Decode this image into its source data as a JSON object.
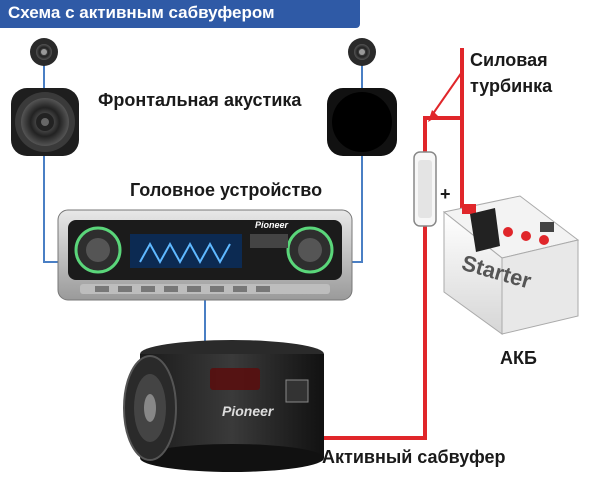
{
  "title": "Схема с активным сабвуфером",
  "labels": {
    "front_speakers": "Фронтальная акустика",
    "head_unit": "Головное устройство",
    "fuse_line1": "Силовая",
    "fuse_line2": "турбинка",
    "plus_sign": "+",
    "battery": "АКБ",
    "subwoofer": "Активный сабвуфер"
  },
  "brands": {
    "head_unit": "Pioneer",
    "subwoofer": "Pioneer",
    "battery": "Starter"
  },
  "colors": {
    "title_bg": "#2f5aa6",
    "signal_wire": "#4a7fc4",
    "power_wire": "#e0262a"
  }
}
